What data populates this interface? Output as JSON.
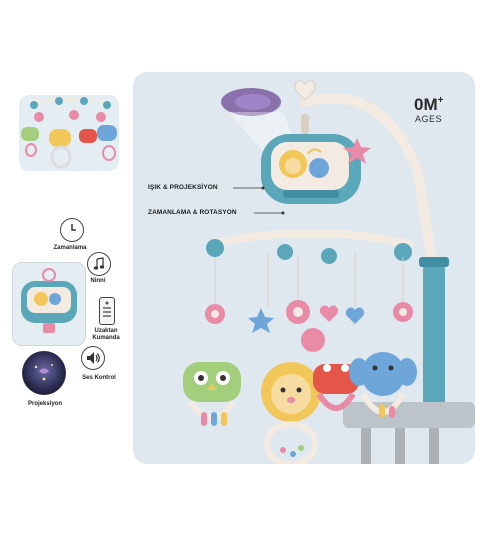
{
  "badge": {
    "age": "0M",
    "plus": "+",
    "unit": "AGES"
  },
  "callouts": {
    "light": "IŞIK & PROJEKSİYON",
    "timer": "ZAMANLAMA & ROTASYON"
  },
  "features": {
    "timer": "Zamanlama",
    "lullaby": "Ninni",
    "remote": "Uzaktan\nKumanda",
    "sound": "Ses Kontrol",
    "projection": "Projeksiyon"
  },
  "colors": {
    "teal": "#5aa7b9",
    "pink": "#e98aa7",
    "panel": "#dfe8ef",
    "cream": "#f3ebe1",
    "yellow": "#f2c75a",
    "red": "#e4554a",
    "green": "#a3cf7c"
  }
}
